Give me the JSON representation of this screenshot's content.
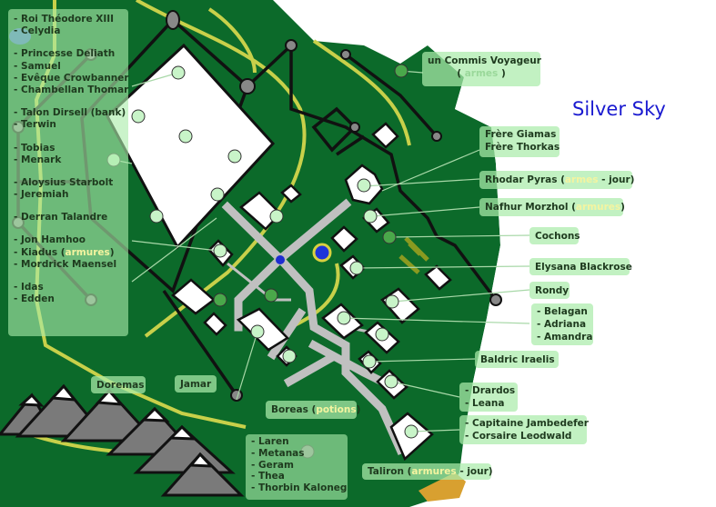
{
  "map": {
    "title": "Silver Sky",
    "colors": {
      "terrain": "#0c6a2a",
      "road": "#c8d04a",
      "stone_road": "#c0c0c0",
      "building": "#ffffff",
      "label_bg": "#aaebaa",
      "label_text": "#1e3a1e",
      "highlight": "#f4f4a0",
      "marker": "#c8f4c8",
      "title": "#1a1ad0"
    }
  },
  "left_panel": {
    "groups": [
      [
        "- Roi Théodore XIII",
        "- Celydia"
      ],
      [
        "- Princesse Deliath",
        "- Samuel",
        "- Evêque Crowbanner",
        "- Chambellan Thomar"
      ],
      [
        "- Talon Dirsell (bank)",
        "- Terwin"
      ],
      [
        "- Tobias",
        "- Menark"
      ],
      [
        "- Aloysius Starbolt",
        "- Jeremiah"
      ],
      [
        "- Derran Talandre"
      ],
      [
        "- Jon Hamhoo",
        "- Kiadus (",
        "- Mordrick Maensel"
      ],
      [
        "- Idas",
        "- Edden"
      ]
    ],
    "armures": "armures",
    "close_paren": ")"
  },
  "bottom_panel": {
    "lines": [
      "- Laren",
      "- Metanas",
      "- Geram",
      "- Thea",
      "- Thorbin Kaloneg"
    ]
  },
  "labels": {
    "commis": {
      "line1": "un Commis Voyageur",
      "open": "(",
      "hidden": "armes",
      "close": ")"
    },
    "giamas": {
      "line1": "Frère Giamas",
      "line2": "Frère Thorkas"
    },
    "rhodar": {
      "pre": "Rhodar Pyras (",
      "hl": "armes",
      "post": "- jour)"
    },
    "nafhur": {
      "pre": "Nafhur Morzhol (",
      "hl": "armures",
      "post": ")"
    },
    "cochons": "Cochons",
    "elysana": "Elysana Blackrose",
    "rondy": "Rondy",
    "belagan": [
      "- Belagan",
      "- Adriana",
      "- Amandra"
    ],
    "baldric": "Baldric Iraelis",
    "drardos": [
      "- Drardos",
      "- Leana"
    ],
    "jambedefer": [
      "- Capitaine Jambedefer",
      "- Corsaire Leodwald"
    ],
    "taliron": {
      "pre": "Taliron (",
      "hl": "armures",
      "post": "- jour)"
    },
    "boreas": {
      "pre": "Boreas (",
      "hl": "potions",
      "post": ")"
    },
    "doremas": "Doremas",
    "jamar": "Jamar"
  }
}
